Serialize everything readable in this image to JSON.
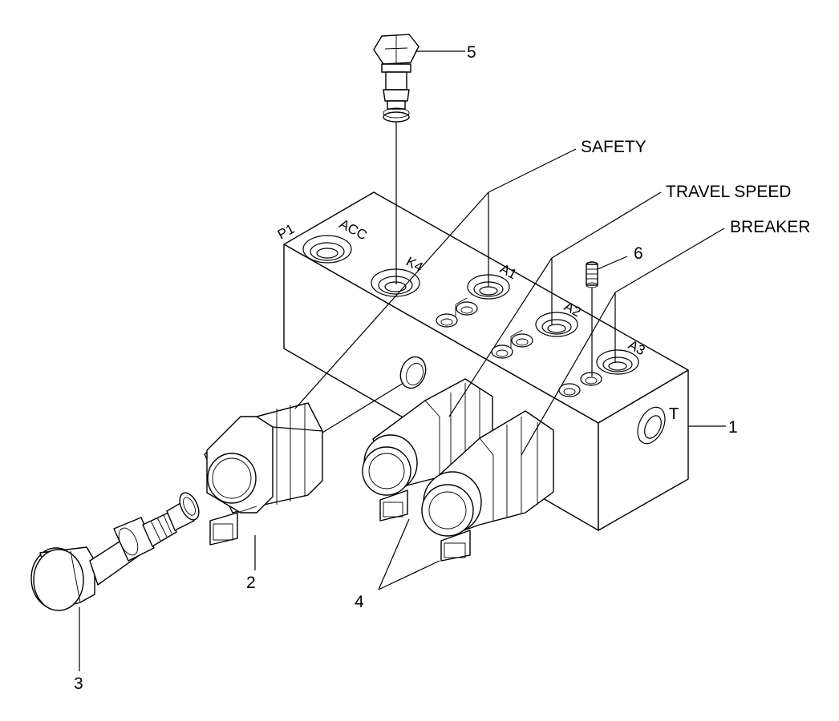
{
  "callouts": {
    "n1": "1",
    "n2": "2",
    "n3": "3",
    "n4": "4",
    "n5": "5",
    "n6": "6",
    "safety": "SAFETY",
    "travel_speed": "TRAVEL SPEED",
    "breaker": "BREAKER"
  },
  "ports": {
    "p1": "P1",
    "acc": "ACC",
    "k4": "K4",
    "a1": "A1",
    "a2": "A2",
    "a3": "A3",
    "t": "T"
  }
}
